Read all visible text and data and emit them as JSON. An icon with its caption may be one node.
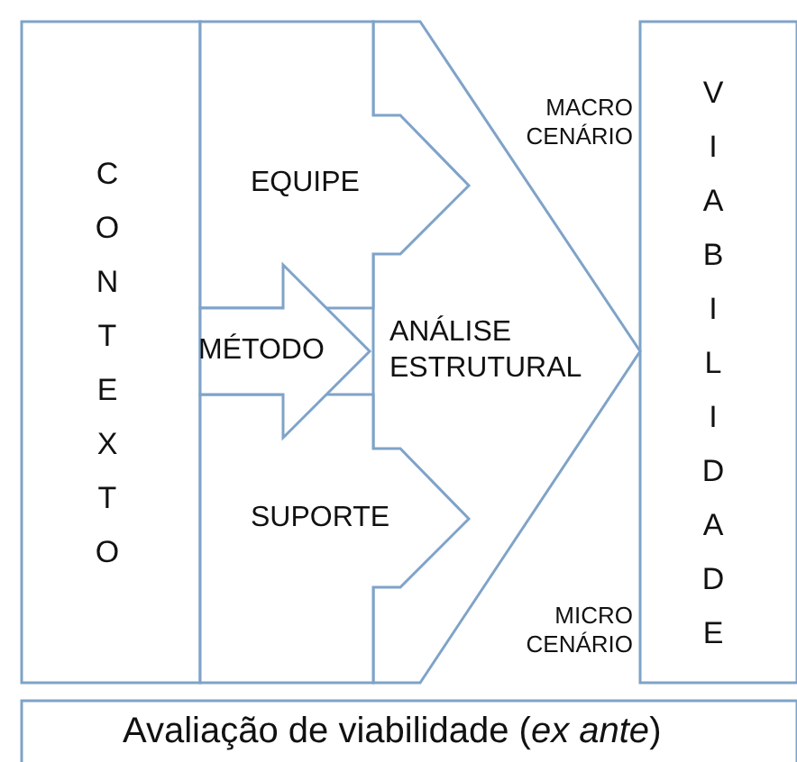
{
  "diagram": {
    "nodes": [
      {
        "text": [
          "CONTEXTO"
        ]
      },
      {
        "text": [
          "EQUIPE"
        ]
      },
      {
        "text": [
          "MÉTODO"
        ]
      },
      {
        "text": [
          "SUPORTE"
        ]
      },
      {
        "text": [
          "ANÁLISE ESTRUTURAL"
        ]
      },
      {
        "text": [
          "VIABILIDADE"
        ]
      },
      {
        "text": [
          "Avaliação de viabilidade (*ex ante*)"
        ]
      }
    ],
    "labels": [
      "MACRO CENÁRIO",
      "MICRO CENÁRIO"
    ]
  }
}
